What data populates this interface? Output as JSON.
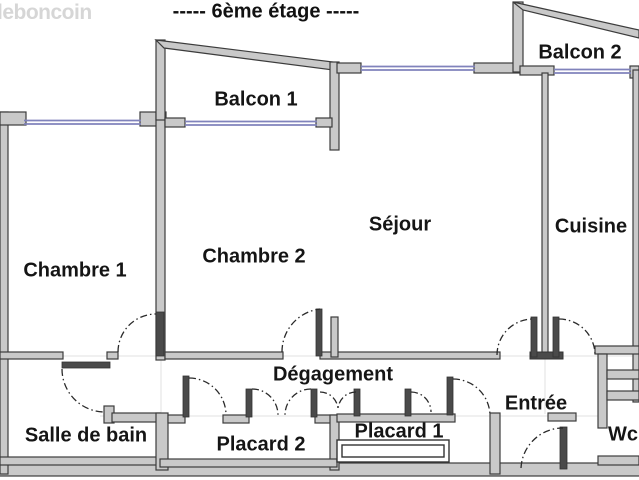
{
  "watermark": "leboncoin",
  "title": "-----  6ème étage  -----",
  "rooms": {
    "chambre1": "Chambre 1",
    "chambre2": "Chambre 2",
    "sejour": "Séjour",
    "cuisine": "Cuisine",
    "balcon1": "Balcon 1",
    "balcon2": "Balcon 2",
    "salle_de_bain": "Salle de bain",
    "placard1": "Placard 1",
    "placard2": "Placard 2",
    "degagement": "Dégagement",
    "entree": "Entrée",
    "wc": "Wc"
  },
  "colors": {
    "wall_fill": "#c9c9c9",
    "wall_stroke": "#3c3c3c",
    "window": "#8083bb",
    "door_arc": "#2a2a2a",
    "door_leaf": "#4a4a4a",
    "label": "#151515",
    "watermark": "#d6d6d6",
    "background": "#ffffff"
  }
}
